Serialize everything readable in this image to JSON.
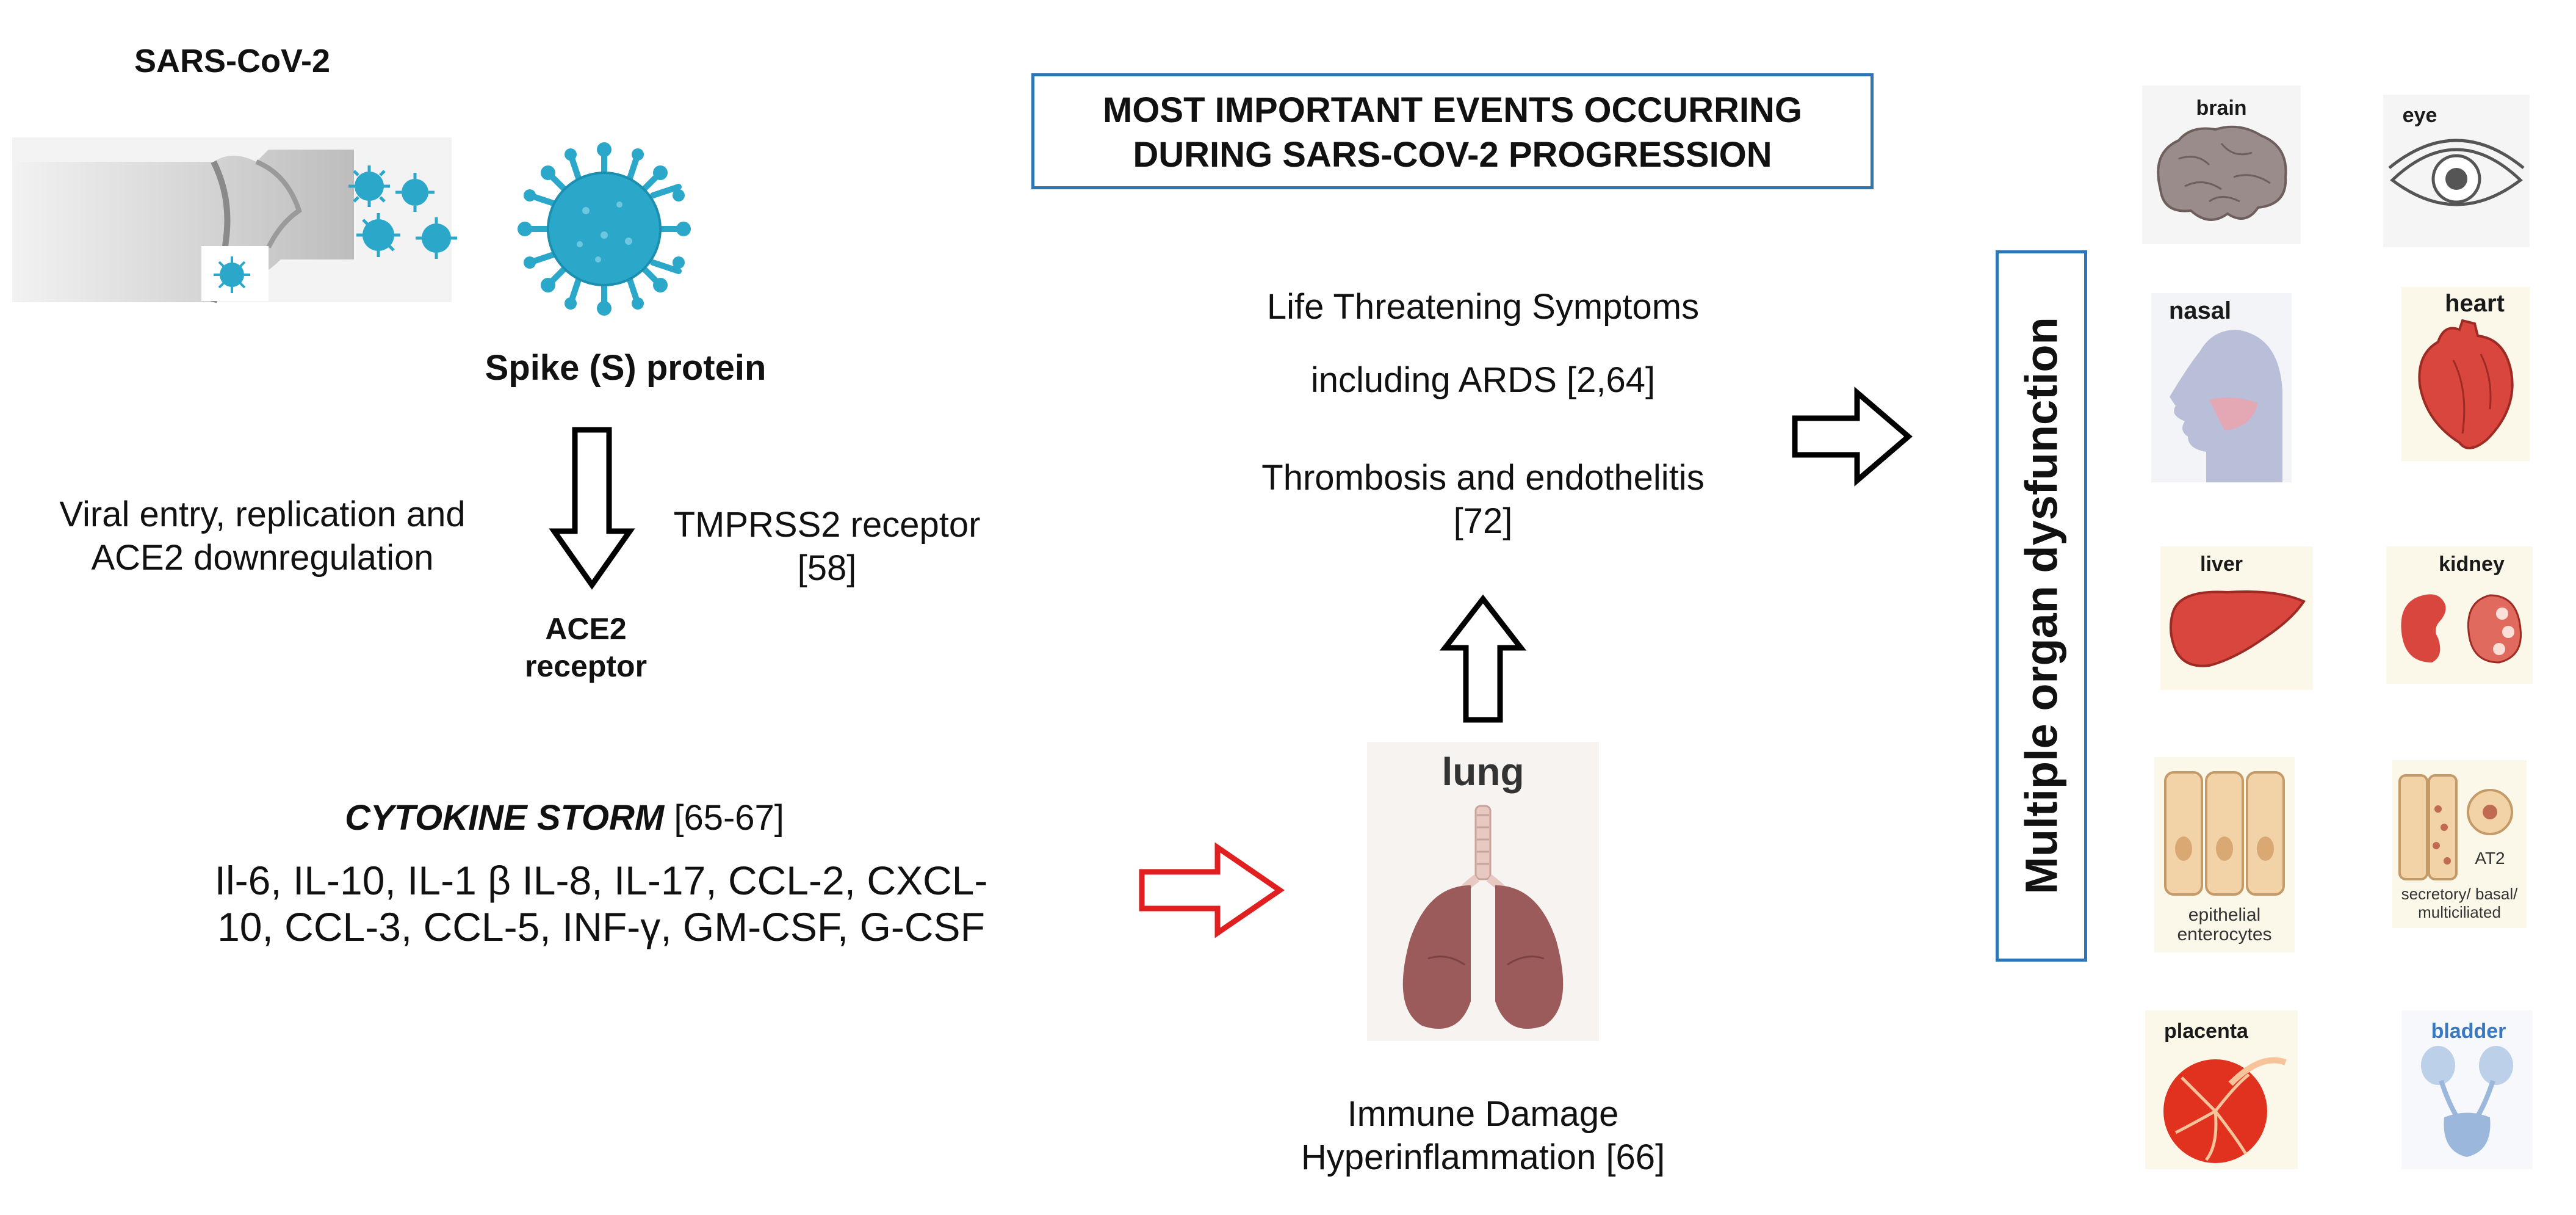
{
  "sars": {
    "title": "SARS-CoV-2",
    "spike_label": "Spike (S) protein",
    "viral_entry": [
      "Viral entry, replication and",
      "ACE2 downregulation"
    ],
    "tmprss2": [
      "TMPRSS2 receptor",
      "[58]"
    ],
    "ace2": [
      "ACE2",
      "receptor"
    ]
  },
  "main_box": [
    "MOST IMPORTANT EVENTS OCCURRING",
    "DURING SARS-COV-2 PROGRESSION"
  ],
  "symptoms": {
    "line1": "Life Threatening Symptoms",
    "line2": "including ARDS [2,64]",
    "thrombosis": [
      "Thrombosis and endothelitis",
      "[72]"
    ]
  },
  "cytokine": {
    "title": "CYTOKINE STORM",
    "ref": " [65-67]",
    "list": [
      "Il-6, IL-10, IL-1 β IL-8, IL-17, CCL-2, CXCL-",
      "10, CCL-3, CCL-5, INF-γ, GM-CSF, G-CSF"
    ]
  },
  "lung": {
    "label": "lung",
    "caption": [
      "Immune Damage",
      "Hyperinflammation [66]"
    ]
  },
  "mod_label": "Multiple organ dysfunction",
  "organs": {
    "brain": "brain",
    "eye": "eye",
    "nasal": "nasal",
    "heart": "heart",
    "liver": "liver",
    "kidney": "kidney",
    "epithelial": [
      "epithelial",
      "enterocytes"
    ],
    "at2": "AT2",
    "secretory": [
      "secretory/ basal/",
      "multiciliated"
    ],
    "placenta": "placenta",
    "bladder": "bladder"
  },
  "colors": {
    "box_border": "#2e75b6",
    "virus": "#2aa7c9",
    "red_arrow": "#e02020",
    "organ_red": "#d8463e",
    "lung_color": "#9c5b5b",
    "bladder_label": "#3a78c2"
  }
}
